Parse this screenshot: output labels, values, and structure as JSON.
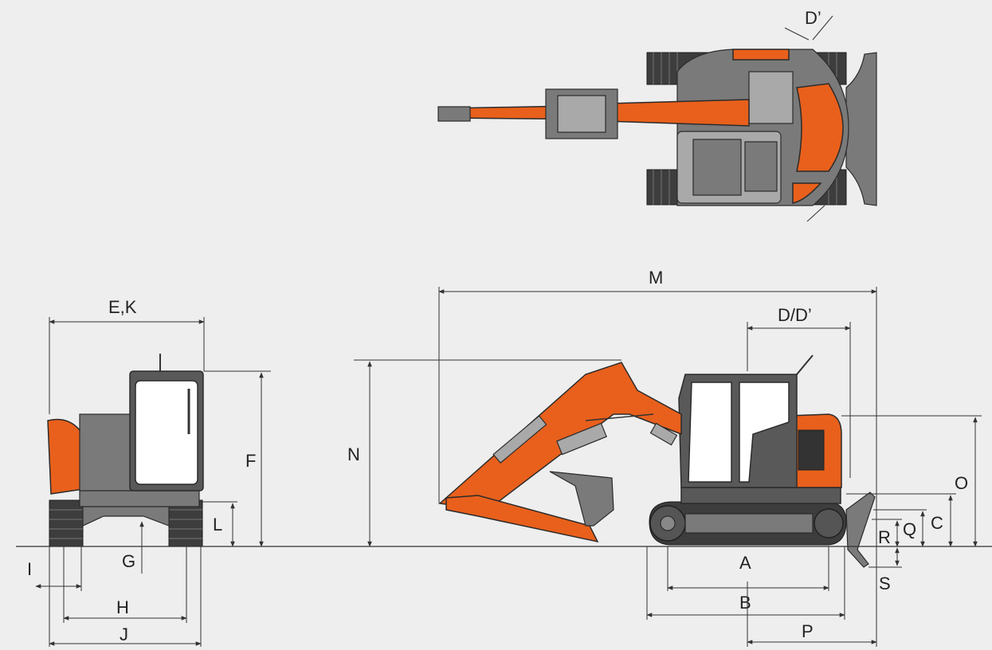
{
  "labels": {
    "top_d_prime": "D’",
    "m": "M",
    "d_d_prime": "D/D’",
    "ek": "E,K",
    "f": "F",
    "l": "L",
    "g": "G",
    "i": "I",
    "h": "H",
    "j": "J",
    "n": "N",
    "o": "O",
    "c": "C",
    "q": "Q",
    "r": "R",
    "s": "S",
    "a": "A",
    "b": "B",
    "p": "P"
  },
  "colors": {
    "background": "#eeeeee",
    "machine_orange": "#e8601c",
    "machine_grey": "#595959",
    "dimension_line": "#333333"
  }
}
